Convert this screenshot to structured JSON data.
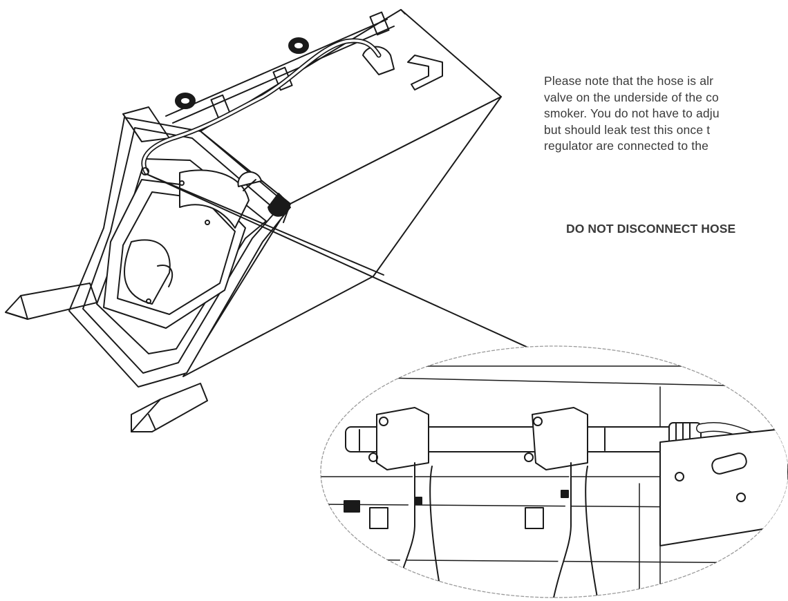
{
  "note": {
    "lines": [
      "Please note that the hose is alr",
      "valve on the underside of the co",
      "smoker. You do not have to adju",
      "but should leak test this once t",
      "regulator are connected to the"
    ]
  },
  "warning": "DO NOT DISCONNECT HOSE",
  "colors": {
    "line": "#1a1a1a",
    "text": "#3a3a3a",
    "dashed": "#9a9a9a"
  }
}
